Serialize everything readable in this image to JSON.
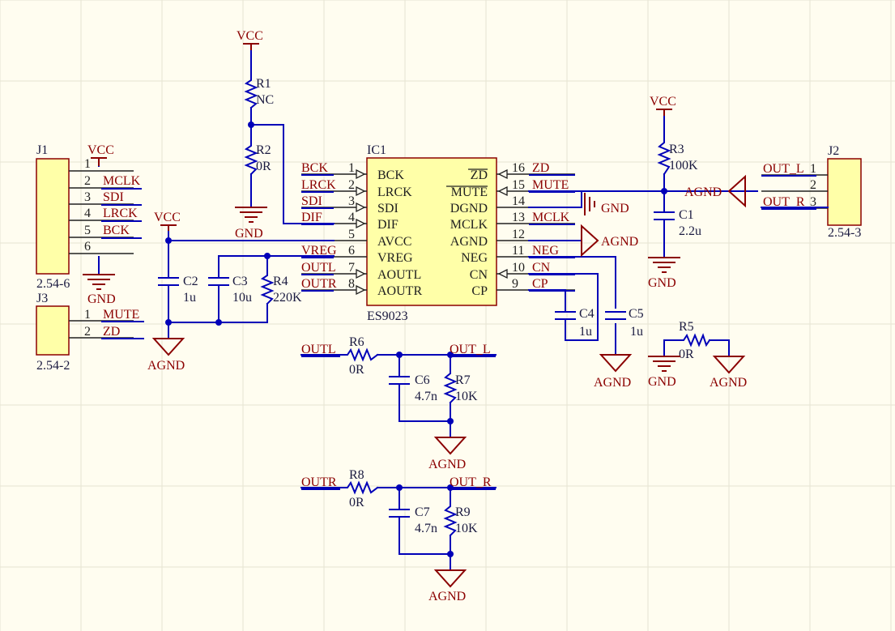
{
  "ic1": {
    "ref": "IC1",
    "value": "ES9023",
    "left_pins": [
      {
        "num": "1",
        "name": "BCK",
        "net": "BCK"
      },
      {
        "num": "2",
        "name": "LRCK",
        "net": "LRCK"
      },
      {
        "num": "3",
        "name": "SDI",
        "net": "SDI"
      },
      {
        "num": "4",
        "name": "DIF",
        "net": "DIF"
      },
      {
        "num": "5",
        "name": "AVCC",
        "net": ""
      },
      {
        "num": "6",
        "name": "VREG",
        "net": "VREG"
      },
      {
        "num": "7",
        "name": "AOUTL",
        "net": "OUTL"
      },
      {
        "num": "8",
        "name": "AOUTR",
        "net": "OUTR"
      }
    ],
    "right_pins": [
      {
        "num": "16",
        "name": "ZD",
        "net": "ZD"
      },
      {
        "num": "15",
        "name": "MUTE",
        "net": "MUTE"
      },
      {
        "num": "14",
        "name": "DGND",
        "net": ""
      },
      {
        "num": "13",
        "name": "MCLK",
        "net": "MCLK"
      },
      {
        "num": "12",
        "name": "AGND",
        "net": ""
      },
      {
        "num": "11",
        "name": "NEG",
        "net": "NEG"
      },
      {
        "num": "10",
        "name": "CN",
        "net": "CN"
      },
      {
        "num": "9",
        "name": "CP",
        "net": "CP"
      }
    ]
  },
  "j1": {
    "ref": "J1",
    "value": "2.54-6",
    "pins": [
      {
        "num": "1",
        "net": ""
      },
      {
        "num": "2",
        "net": "MCLK"
      },
      {
        "num": "3",
        "net": "SDI"
      },
      {
        "num": "4",
        "net": "LRCK"
      },
      {
        "num": "5",
        "net": "BCK"
      },
      {
        "num": "6",
        "net": ""
      }
    ]
  },
  "j2": {
    "ref": "J2",
    "value": "2.54-3",
    "pins": [
      {
        "num": "1",
        "net": "OUT_L"
      },
      {
        "num": "2",
        "net": ""
      },
      {
        "num": "3",
        "net": "OUT_R"
      }
    ]
  },
  "j3": {
    "ref": "J3",
    "value": "2.54-2",
    "pins": [
      {
        "num": "1",
        "net": "MUTE"
      },
      {
        "num": "2",
        "net": "ZD"
      }
    ]
  },
  "resistors": {
    "r1": {
      "ref": "R1",
      "value": "NC"
    },
    "r2": {
      "ref": "R2",
      "value": "0R"
    },
    "r3": {
      "ref": "R3",
      "value": "100K"
    },
    "r4": {
      "ref": "R4",
      "value": "220K"
    },
    "r5": {
      "ref": "R5",
      "value": "0R"
    },
    "r6": {
      "ref": "R6",
      "value": "0R"
    },
    "r7": {
      "ref": "R7",
      "value": "10K"
    },
    "r8": {
      "ref": "R8",
      "value": "0R"
    },
    "r9": {
      "ref": "R9",
      "value": "10K"
    }
  },
  "capacitors": {
    "c1": {
      "ref": "C1",
      "value": "2.2u"
    },
    "c2": {
      "ref": "C2",
      "value": "1u"
    },
    "c3": {
      "ref": "C3",
      "value": "10u"
    },
    "c4": {
      "ref": "C4",
      "value": "1u"
    },
    "c5": {
      "ref": "C5",
      "value": "1u"
    },
    "c6": {
      "ref": "C6",
      "value": "4.7n"
    },
    "c7": {
      "ref": "C7",
      "value": "4.7n"
    }
  },
  "power": {
    "vcc": "VCC",
    "gnd": "GND",
    "agnd": "AGND"
  },
  "nets": {
    "outl": "OUTL",
    "outr": "OUTR",
    "out_l": "OUT_L",
    "out_r": "OUT_R",
    "mute": "MUTE",
    "zd": "ZD"
  }
}
